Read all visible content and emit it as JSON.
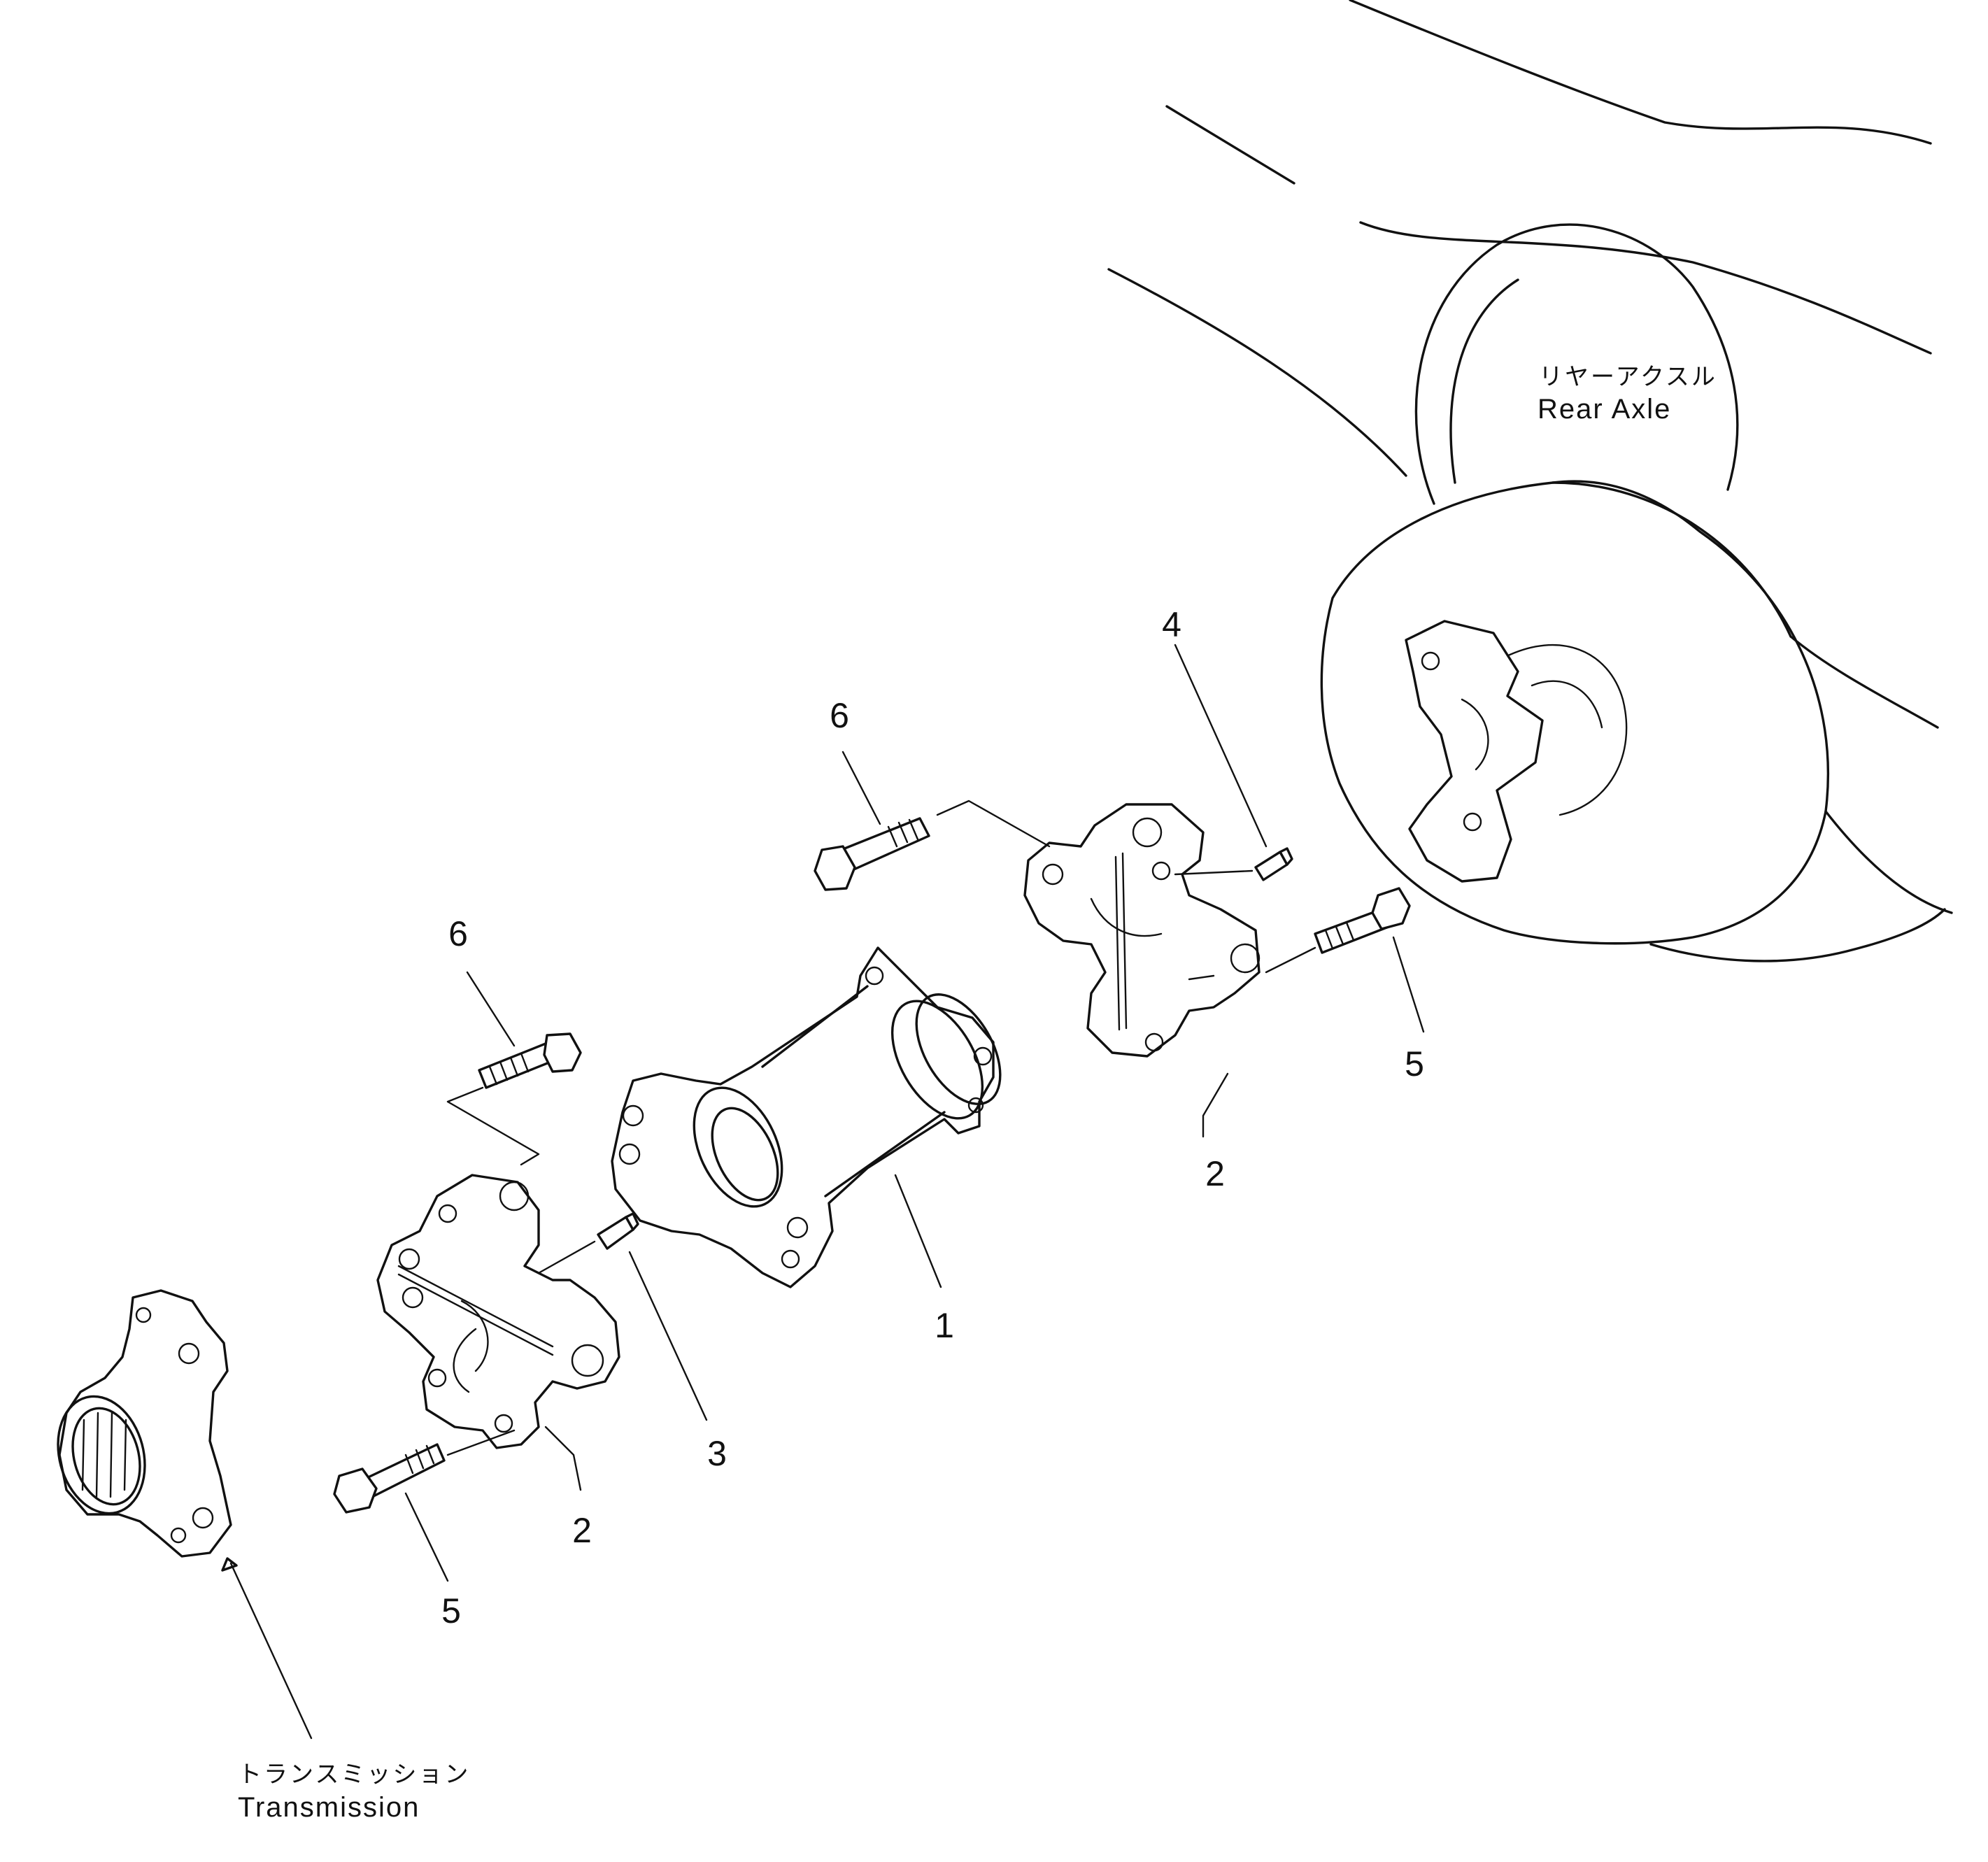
{
  "diagram": {
    "callouts": [
      {
        "id": "c1",
        "text": "1"
      },
      {
        "id": "c2a",
        "text": "2"
      },
      {
        "id": "c2b",
        "text": "2"
      },
      {
        "id": "c3",
        "text": "3"
      },
      {
        "id": "c4",
        "text": "4"
      },
      {
        "id": "c5a",
        "text": "5"
      },
      {
        "id": "c5b",
        "text": "5"
      },
      {
        "id": "c6a",
        "text": "6"
      },
      {
        "id": "c6b",
        "text": "6"
      }
    ],
    "rear_axle": {
      "label_jp": "リヤーアクスル",
      "label_en": "Rear  Axle"
    },
    "transmission": {
      "label_jp": "トランスミッション",
      "label_en": "Transmission"
    }
  }
}
